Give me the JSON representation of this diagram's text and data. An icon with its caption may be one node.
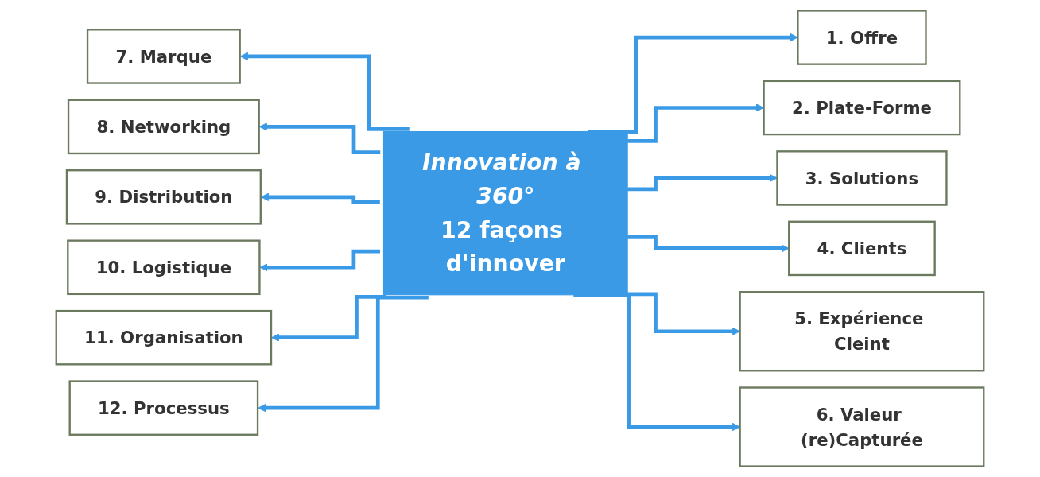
{
  "diagram": {
    "nodes": [
      {
        "text": [
          "Innovation à 360°",
          "12 façons d'innover"
        ]
      },
      {
        "text": [
          "1. Offre"
        ]
      },
      {
        "text": [
          "2. Plate-Forme"
        ]
      },
      {
        "text": [
          "3. Solutions"
        ]
      },
      {
        "text": [
          "4. Clients"
        ]
      },
      {
        "text": [
          "5. Expérience Cleint"
        ]
      },
      {
        "text": [
          "6. Valeur (re)Capturée"
        ]
      },
      {
        "text": [
          "7. Marque"
        ]
      },
      {
        "text": [
          "8. Networking"
        ]
      },
      {
        "text": [
          "9. Distribution"
        ]
      },
      {
        "text": [
          "10. Logistique"
        ]
      },
      {
        "text": [
          "11. Organisation"
        ]
      },
      {
        "text": [
          "12. Processus"
        ]
      }
    ],
    "edges": [
      {
        "from": 0,
        "to": 1,
        "arrow": "to"
      },
      {
        "from": 0,
        "to": 2,
        "arrow": "to"
      },
      {
        "from": 0,
        "to": 3,
        "arrow": "to"
      },
      {
        "from": 0,
        "to": 4,
        "arrow": "to"
      },
      {
        "from": 0,
        "to": 5,
        "arrow": "to"
      },
      {
        "from": 0,
        "to": 6,
        "arrow": "to"
      },
      {
        "from": 0,
        "to": 7,
        "arrow": "to"
      },
      {
        "from": 0,
        "to": 8,
        "arrow": "to"
      },
      {
        "from": 0,
        "to": 9,
        "arrow": "to"
      },
      {
        "from": 0,
        "to": 10,
        "arrow": "to"
      },
      {
        "from": 0,
        "to": 11,
        "arrow": "to"
      },
      {
        "from": 0,
        "to": 12,
        "arrow": "to"
      }
    ]
  }
}
